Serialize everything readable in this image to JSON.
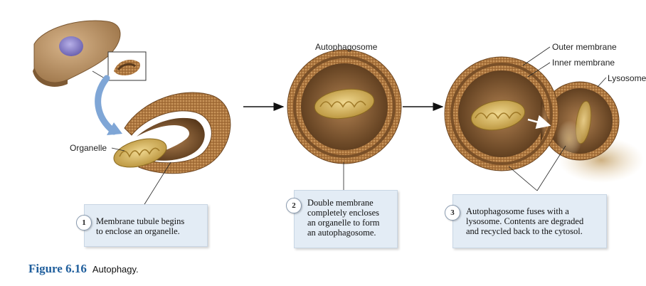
{
  "labels": {
    "autophagosome": "Autophagosome",
    "outer_membrane": "Outer membrane",
    "inner_membrane": "Inner membrane",
    "lysosome": "Lysosome",
    "organelle": "Organelle"
  },
  "steps": [
    {
      "num": "1",
      "text": "Membrane tubule begins\nto enclose an organelle."
    },
    {
      "num": "2",
      "text": "Double membrane\ncompletely encloses\nan organelle to form\nan autophagosome."
    },
    {
      "num": "3",
      "text": "Autophagosome fuses with a\nlysosome. Contents are degraded\nand recycled back to the cytosol."
    }
  ],
  "caption": {
    "number": "Figure 6.16",
    "title": "Autophagy."
  },
  "colors": {
    "membrane_brown": "#8a5a2b",
    "membrane_light": "#c9955a",
    "lumen": "#5a3a1c",
    "mito": "#d9b860",
    "box_bg": "#e3ecf5",
    "figure_blue": "#1f5e9c",
    "arrow_blue": "#7fa6d6",
    "cell_nucleus": "#8f86c9"
  }
}
